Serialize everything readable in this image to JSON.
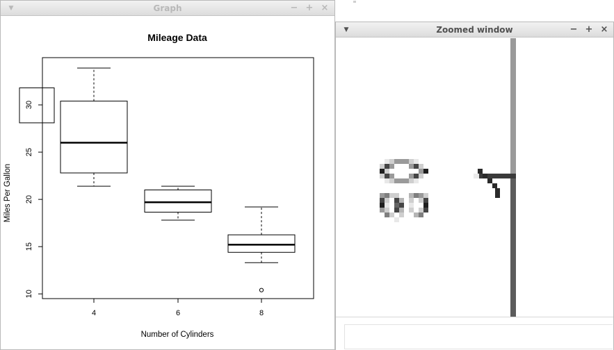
{
  "graph_window": {
    "title": "Graph",
    "menu_icon": "menu-arrow-icon",
    "minimize": "−",
    "maximize": "+",
    "close": "×"
  },
  "zoom_window": {
    "title": "Zoomed window",
    "menu_icon": "menu-arrow-icon",
    "minimize": "−",
    "maximize": "+",
    "close": "×"
  },
  "chart_data": {
    "type": "boxplot",
    "title": "Mileage Data",
    "xlabel": "Number of Cylinders",
    "ylabel": "Miles Per Gallon",
    "categories": [
      "4",
      "6",
      "8"
    ],
    "y_ticks": [
      "10",
      "15",
      "20",
      "25",
      "30"
    ],
    "ylim": [
      9.5,
      35
    ],
    "boxes": [
      {
        "category": "4",
        "whisker_low": 21.4,
        "q1": 22.8,
        "median": 26.0,
        "q3": 30.4,
        "whisker_high": 33.9,
        "outliers": []
      },
      {
        "category": "6",
        "whisker_low": 17.8,
        "q1": 18.65,
        "median": 19.7,
        "q3": 21.0,
        "whisker_high": 21.4,
        "outliers": []
      },
      {
        "category": "8",
        "whisker_low": 13.3,
        "q1": 14.4,
        "median": 15.2,
        "q3": 16.25,
        "whisker_high": 19.2,
        "outliers": [
          10.4
        ]
      }
    ],
    "zoom_rectangle_y": [
      28.1,
      31.8
    ],
    "grid": false
  },
  "colors": {
    "titlebar_top": "#f2f2f2",
    "titlebar_bottom": "#dcdcdc",
    "inactive_title": "#b8b8b8",
    "active_title": "#505050",
    "plot_ink": "#000000"
  }
}
